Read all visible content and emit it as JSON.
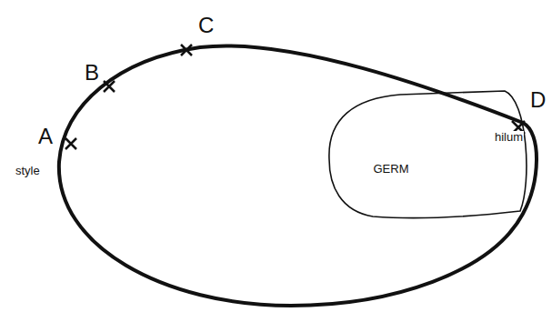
{
  "diagram": {
    "nodes": [
      {
        "text": [
          "GERM"
        ]
      }
    ],
    "labels": [
      "A",
      "B",
      "C",
      "D",
      "style",
      "hilum"
    ]
  }
}
